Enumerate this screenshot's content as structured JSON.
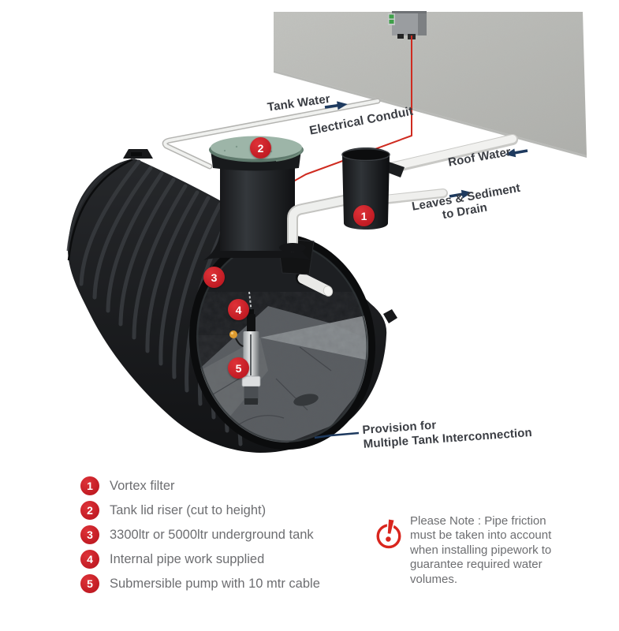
{
  "diagram": {
    "labels": {
      "tank_water": "Tank Water",
      "electrical_conduit": "Electrical Conduit",
      "roof_water": "Roof Water",
      "leaves_sediment_line1": "Leaves & Sediment",
      "leaves_sediment_line2": "to Drain",
      "provision_line1": "Provision for",
      "provision_line2": "Multiple Tank Interconnection"
    },
    "markers": {
      "m1": "1",
      "m2": "2",
      "m3": "3",
      "m4": "4",
      "m5": "5"
    }
  },
  "legend": {
    "items": [
      {
        "num": "1",
        "text": "Vortex filter"
      },
      {
        "num": "2",
        "text": "Tank lid riser (cut to height)"
      },
      {
        "num": "3",
        "text": "3300ltr or 5000ltr underground tank"
      },
      {
        "num": "4",
        "text": "Internal pipe work supplied"
      },
      {
        "num": "5",
        "text": "Submersible pump with 10 mtr cable"
      }
    ]
  },
  "note": {
    "text": "Please Note : Pipe friction must be taken into account when installing pipework to guarantee required water volumes."
  },
  "colors": {
    "accent_red": "#cb2027",
    "arrow_navy": "#1e3a5f",
    "lid_green": "#9db5a8",
    "body_text_gray": "#6d6e71",
    "label_dark": "#3a3d43"
  }
}
